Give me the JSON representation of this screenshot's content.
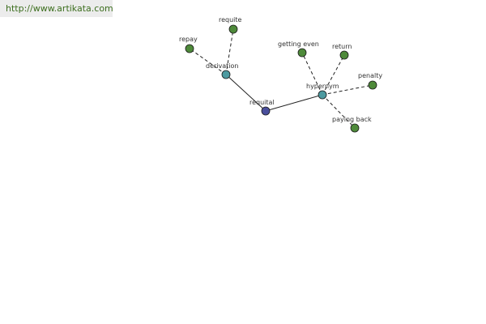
{
  "header": {
    "url_text": "http://www.artikata.com"
  },
  "graph": {
    "nodes": [
      {
        "id": "requital",
        "label": "requital",
        "kind": "root",
        "color": "#4a4f9c"
      },
      {
        "id": "derivation",
        "label": "derivation",
        "kind": "relation",
        "color": "#4d9aa0"
      },
      {
        "id": "hypernym",
        "label": "hypernym",
        "kind": "relation",
        "color": "#4d9aa0"
      },
      {
        "id": "repay",
        "label": "repay",
        "kind": "word",
        "color": "#4e8a3a"
      },
      {
        "id": "requite",
        "label": "requite",
        "kind": "word",
        "color": "#4e8a3a"
      },
      {
        "id": "getting-even",
        "label": "getting even",
        "kind": "word",
        "color": "#4e8a3a"
      },
      {
        "id": "return",
        "label": "return",
        "kind": "word",
        "color": "#4e8a3a"
      },
      {
        "id": "penalty",
        "label": "penalty",
        "kind": "word",
        "color": "#4e8a3a"
      },
      {
        "id": "paying-back",
        "label": "paying back",
        "kind": "word",
        "color": "#4e8a3a"
      }
    ],
    "edges": [
      {
        "from": "requital",
        "to": "derivation",
        "style": "solid"
      },
      {
        "from": "requital",
        "to": "hypernym",
        "style": "solid"
      },
      {
        "from": "derivation",
        "to": "repay",
        "style": "dashed"
      },
      {
        "from": "derivation",
        "to": "requite",
        "style": "dashed"
      },
      {
        "from": "hypernym",
        "to": "getting-even",
        "style": "dashed"
      },
      {
        "from": "hypernym",
        "to": "return",
        "style": "dashed"
      },
      {
        "from": "hypernym",
        "to": "penalty",
        "style": "dashed"
      },
      {
        "from": "hypernym",
        "to": "paying-back",
        "style": "dashed"
      }
    ]
  }
}
